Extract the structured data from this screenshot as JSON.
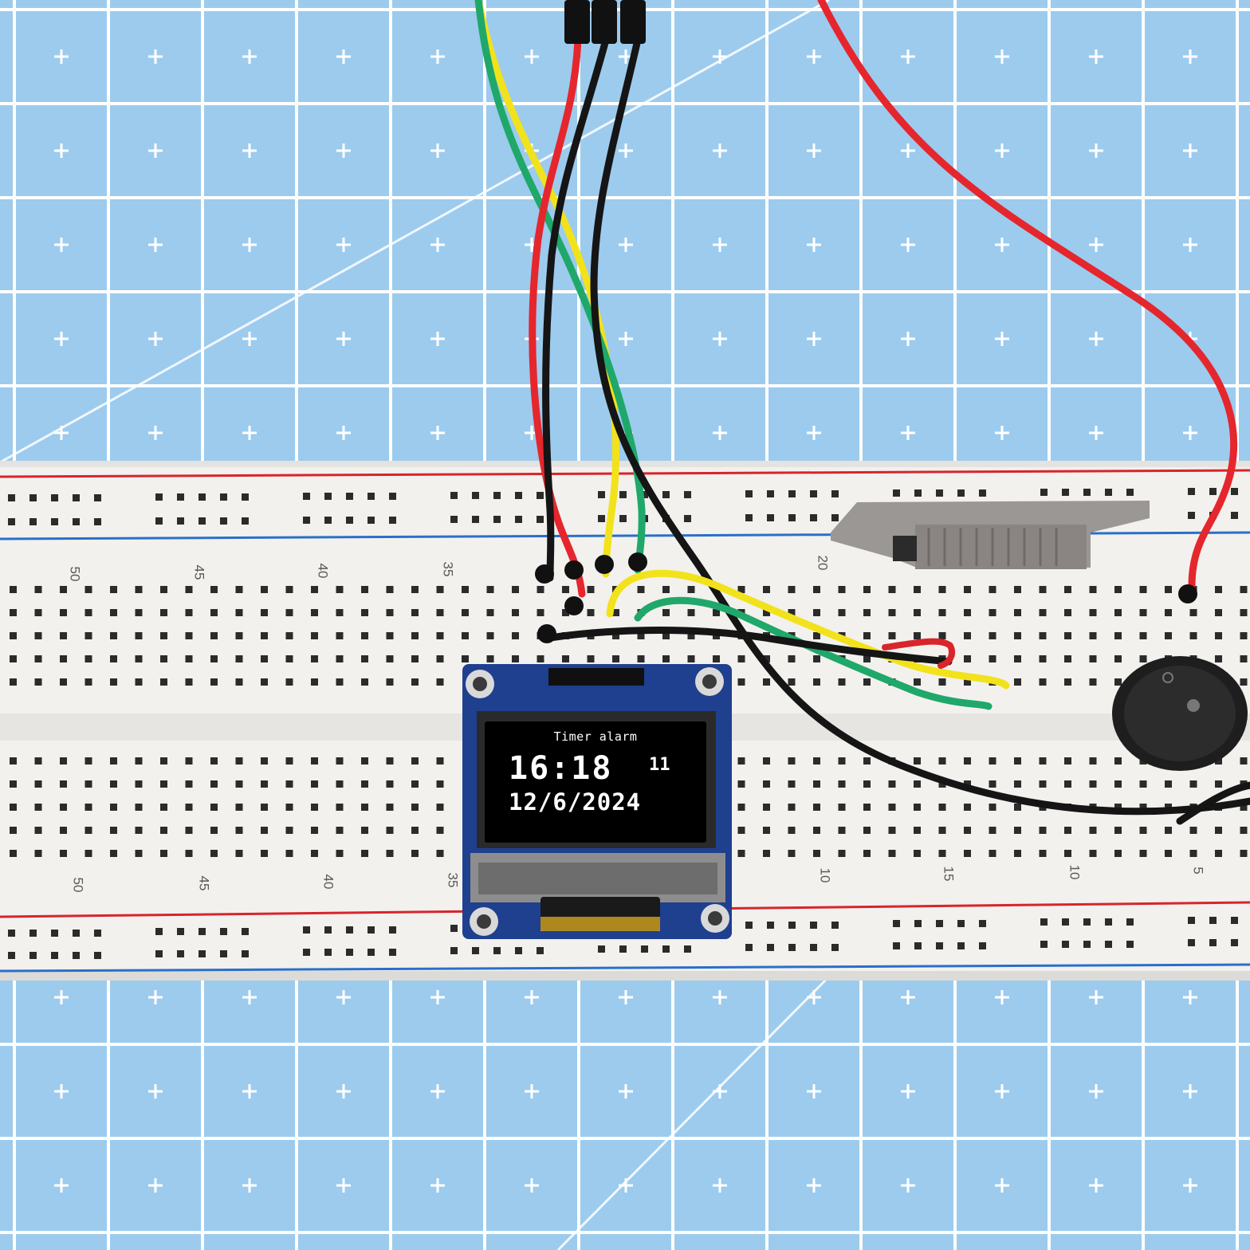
{
  "oled": {
    "title": "Timer alarm",
    "time": "16:18",
    "seconds": "11",
    "date": "12/6/2024"
  },
  "breadboard": {
    "column_labels_top": [
      "50",
      "45",
      "40",
      "35",
      "20"
    ],
    "column_labels_bottom": [
      "50",
      "45",
      "40",
      "35",
      "10",
      "15",
      "10",
      "5"
    ]
  },
  "colors": {
    "mat": "#9ccbee",
    "grid_line": "#ffffff",
    "breadboard": "#f2f1ee",
    "rail_red": "#d8242b",
    "rail_blue": "#2a6fc9",
    "pcb": "#1f3f8f",
    "wire_red": "#e5262d",
    "wire_black": "#151515",
    "wire_yellow": "#f2e21b",
    "wire_green": "#1fa86a"
  }
}
